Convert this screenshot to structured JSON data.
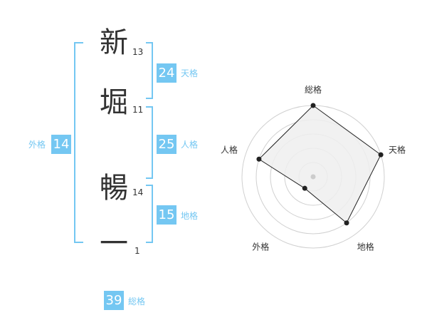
{
  "name": {
    "characters": [
      {
        "char": "新",
        "strokes": "13"
      },
      {
        "char": "堀",
        "strokes": "11"
      },
      {
        "char": "暢",
        "strokes": "14"
      },
      {
        "char": "一",
        "strokes": "1"
      }
    ]
  },
  "fortunes": {
    "tenkaku": {
      "value": "24",
      "label": "天格"
    },
    "jinkaku": {
      "value": "25",
      "label": "人格"
    },
    "chikaku": {
      "value": "15",
      "label": "地格"
    },
    "gaikaku": {
      "value": "14",
      "label": "外格"
    },
    "soukaku": {
      "value": "39",
      "label": "総格"
    }
  },
  "colors": {
    "accent": "#74c7f2",
    "text": "#333333",
    "radar_fill": "#eeeeee",
    "radar_grid": "#d0d0d0"
  },
  "chart_data": {
    "type": "radar",
    "axes": [
      "総格",
      "天格",
      "地格",
      "外格",
      "人格"
    ],
    "values": [
      5,
      5,
      4,
      1,
      4
    ],
    "range": [
      0,
      5
    ],
    "rings": 5
  }
}
